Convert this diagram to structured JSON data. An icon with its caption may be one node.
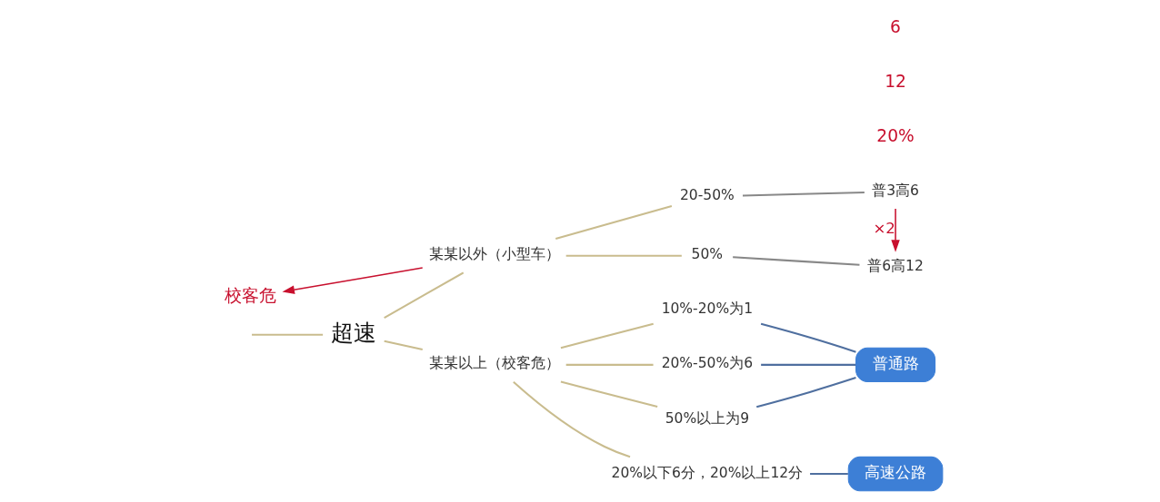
{
  "diagram": {
    "nodes": [
      {
        "text": [
          "超速"
        ]
      },
      {
        "text": [
          "某某以外（小型车）"
        ]
      },
      {
        "text": [
          "20-50%"
        ]
      },
      {
        "text": [
          "普3高6"
        ]
      },
      {
        "text": [
          "50%"
        ]
      },
      {
        "text": [
          "普6高12"
        ]
      },
      {
        "text": [
          "某某以上（校客危）"
        ]
      },
      {
        "text": [
          "10%-20%为1"
        ]
      },
      {
        "text": [
          "20%-50%为6"
        ]
      },
      {
        "text": [
          "50%以上为9"
        ]
      },
      {
        "text": [
          "20%以下6分，20%以上12分"
        ]
      },
      {
        "text": [
          "普通路"
        ]
      },
      {
        "text": [
          "高速公路"
        ]
      },
      {
        "text": [
          "校客危"
        ]
      }
    ],
    "edges": [
      {
        "from": null,
        "to": 0,
        "arrow": "none"
      },
      {
        "from": 0,
        "to": 1,
        "arrow": "none"
      },
      {
        "from": 1,
        "to": 2,
        "arrow": "none"
      },
      {
        "from": 2,
        "to": 3,
        "arrow": "none",
        "color": "#888888"
      },
      {
        "from": 1,
        "to": 4,
        "arrow": "none"
      },
      {
        "from": 4,
        "to": 5,
        "arrow": "none",
        "color": "#888888"
      },
      {
        "from": 0,
        "to": 6,
        "arrow": "none"
      },
      {
        "from": 6,
        "to": 7,
        "arrow": "none"
      },
      {
        "from": 6,
        "to": 8,
        "arrow": "none"
      },
      {
        "from": 6,
        "to": 9,
        "arrow": "none"
      },
      {
        "from": 6,
        "to": 10,
        "arrow": "none"
      },
      {
        "from": 7,
        "to": 11,
        "arrow": "none",
        "color": "#4f6f9f"
      },
      {
        "from": 8,
        "to": 11,
        "arrow": "none",
        "color": "#4f6f9f"
      },
      {
        "from": 9,
        "to": 11,
        "arrow": "none",
        "color": "#4f6f9f"
      },
      {
        "from": 10,
        "to": 12,
        "arrow": "none",
        "color": "#4f6f9f"
      },
      {
        "from": 1,
        "to": 13,
        "arrow": "to",
        "color": "#c8102e"
      },
      {
        "from": 3,
        "to": 5,
        "arrow": "to",
        "label": "×2",
        "color": "#c8102e"
      }
    ],
    "labels": [
      "20%",
      "12",
      "6"
    ]
  }
}
